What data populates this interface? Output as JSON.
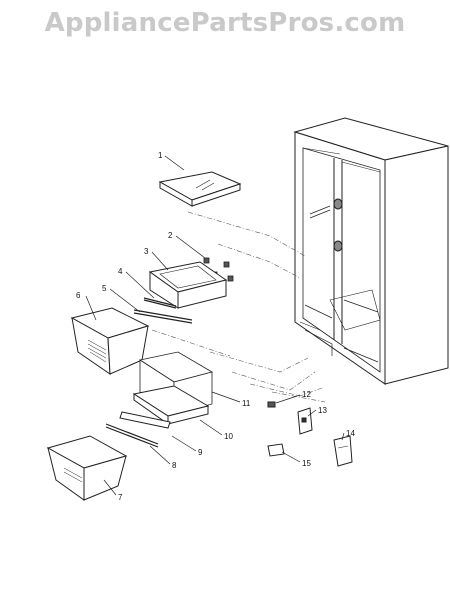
{
  "watermark": {
    "text": "AppliancePartsPros.com"
  },
  "callouts": [
    "1",
    "2",
    "3",
    "4",
    "5",
    "6",
    "7",
    "8",
    "9",
    "10",
    "11",
    "12",
    "13",
    "14",
    "15"
  ],
  "colors": {
    "line": "#222222",
    "watermark": "#c9c9c9",
    "dash": "#555555"
  }
}
